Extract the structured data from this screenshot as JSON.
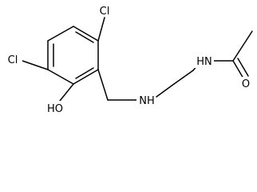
{
  "structure": {
    "atoms": {
      "cl_top": "Cl",
      "cl_left": "Cl",
      "hydroxyl": "HO",
      "amine": "NH",
      "amide_nh": "HN",
      "oxygen": "O"
    }
  }
}
